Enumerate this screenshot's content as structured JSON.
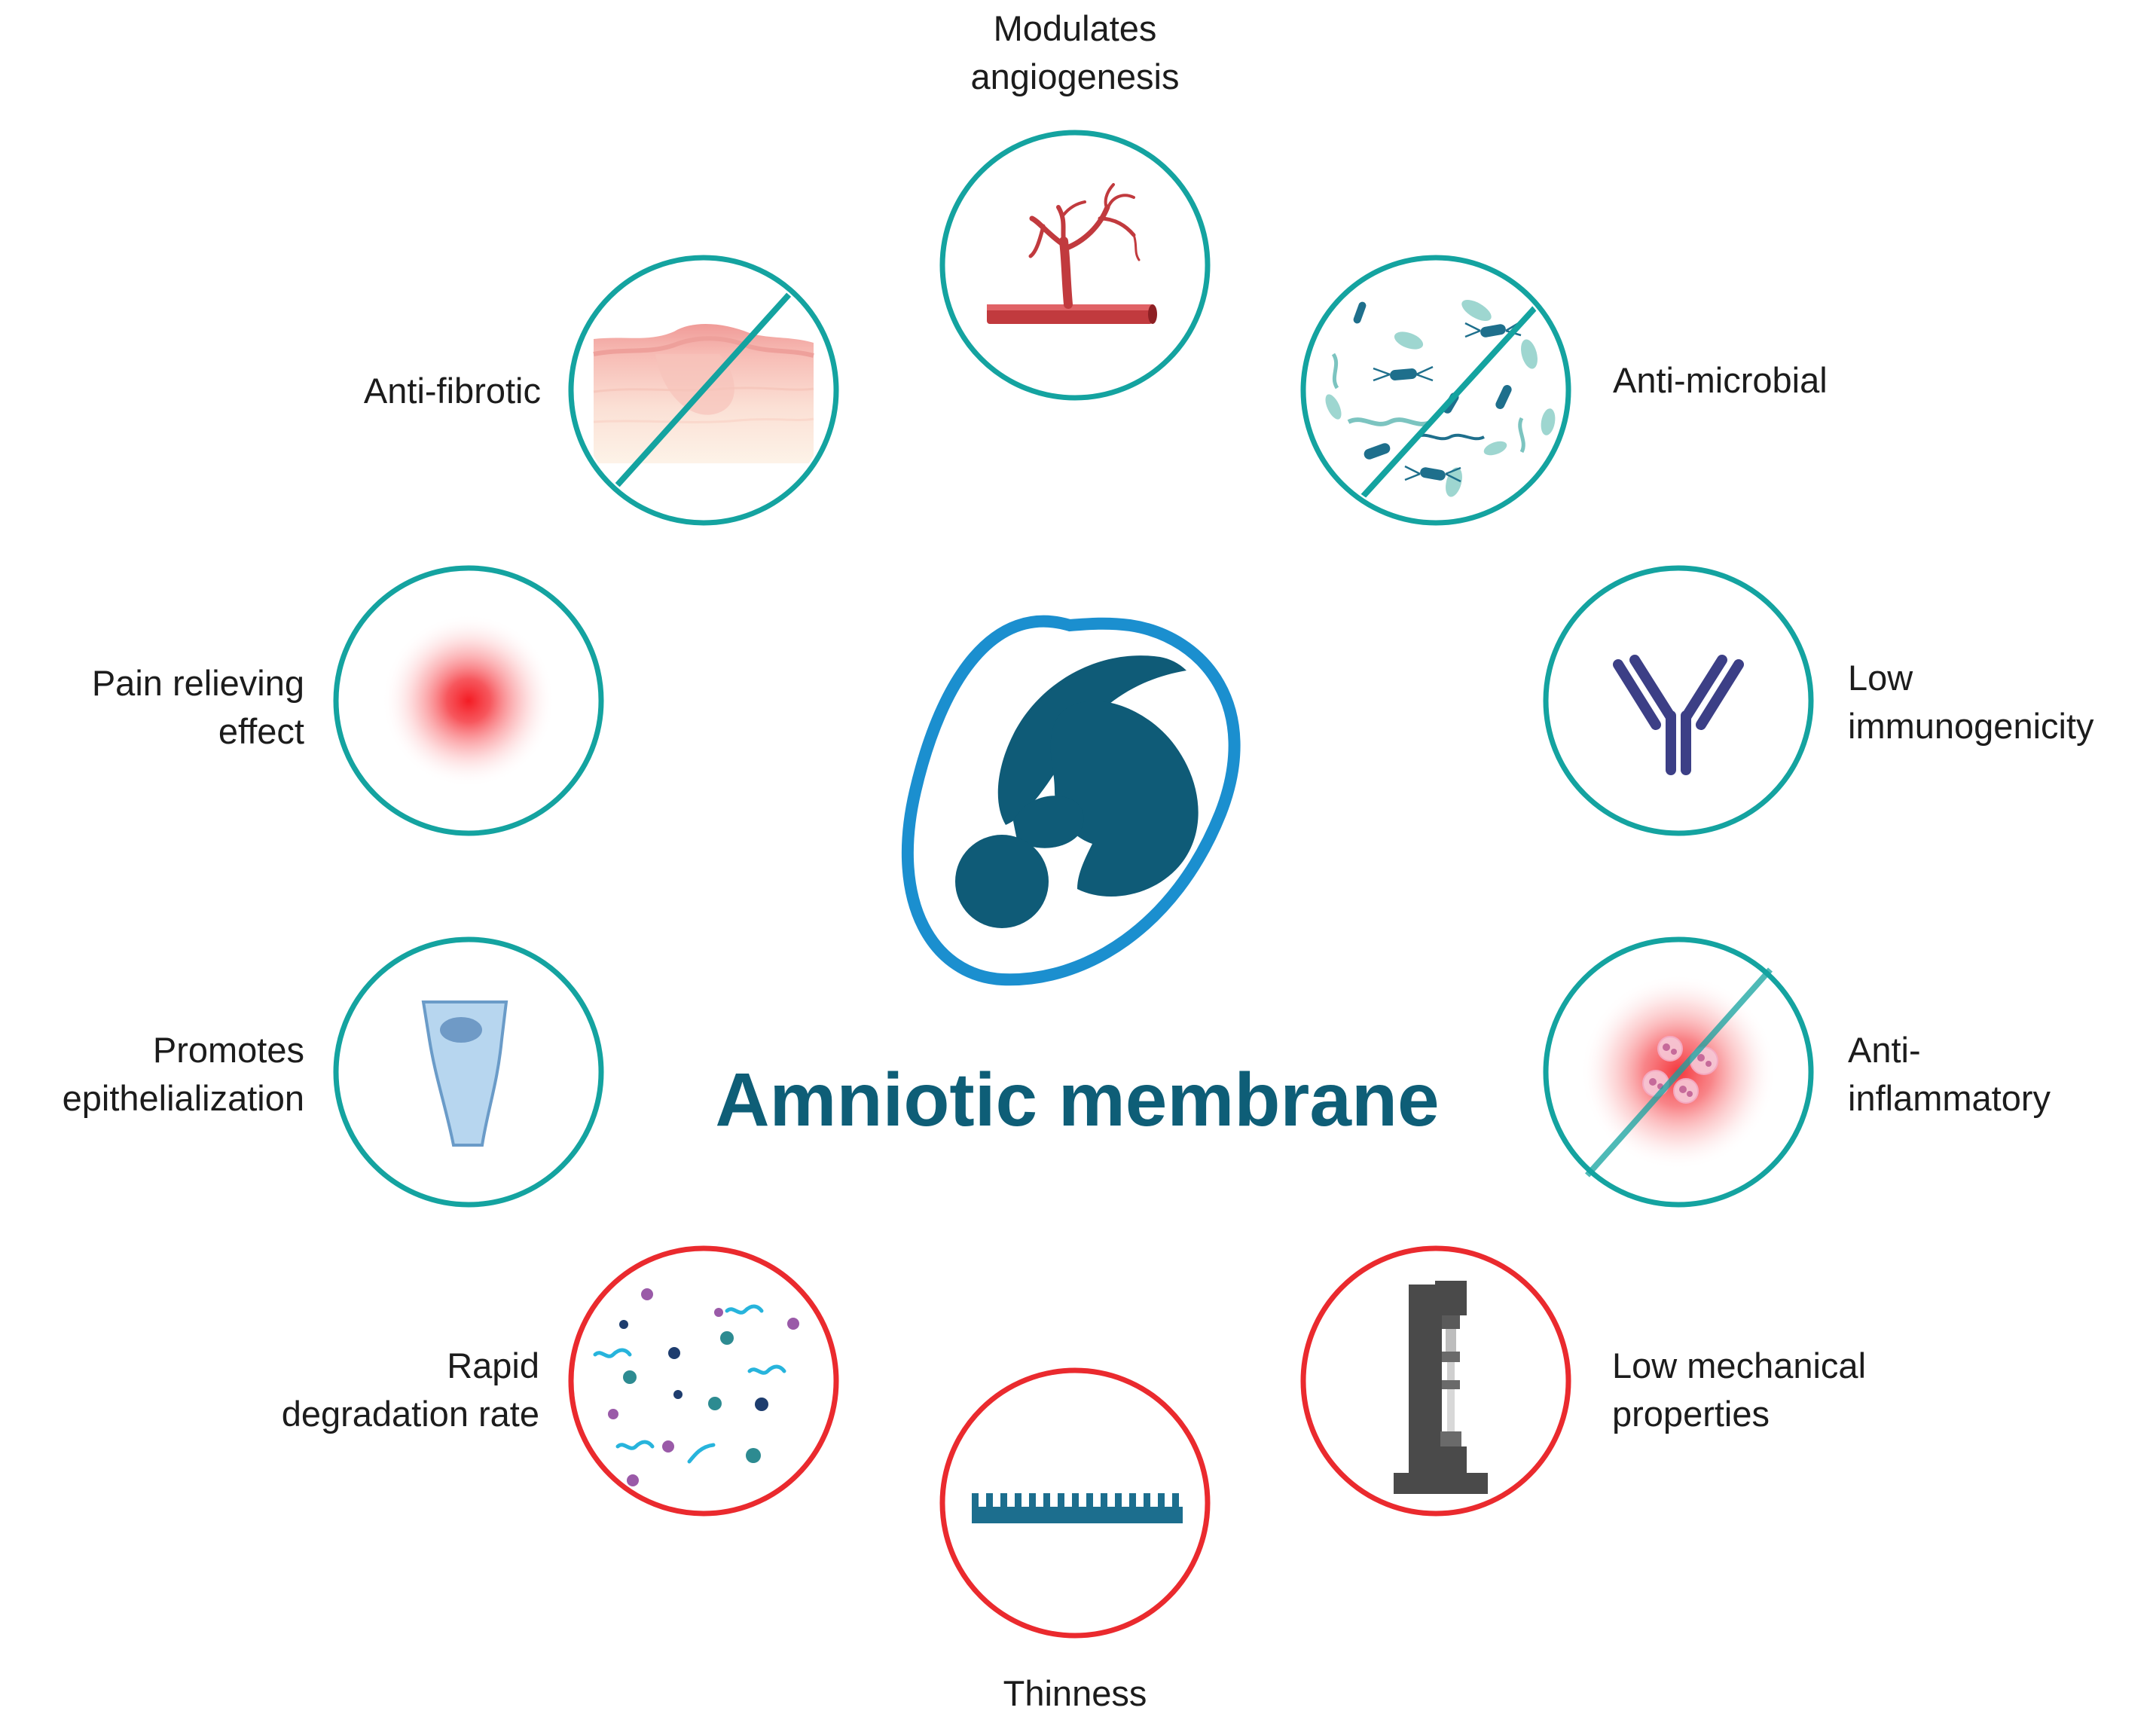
{
  "title": "Amniotic membrane",
  "colors": {
    "positive_ring": "#14a3a0",
    "negative_ring": "#ea2a2e",
    "central_outline": "#1b8fcf",
    "central_fill": "#0f5b77",
    "title": "#0e5e77"
  },
  "properties": {
    "angiogenesis": {
      "line1": "Modulates",
      "line2": "angiogenesis",
      "ring": "positive",
      "icon": "blood-vessel-icon"
    },
    "antimicrobial": {
      "line1": "Anti-microbial",
      "ring": "positive",
      "icon": "bacteria-crossed-icon"
    },
    "immunogenicity": {
      "line1": "Low",
      "line2": "immunogenicity",
      "ring": "positive",
      "icon": "antibody-icon"
    },
    "antiinflammatory": {
      "line1": "Anti-",
      "line2": "inflammatory",
      "ring": "positive",
      "icon": "inflammation-crossed-icon"
    },
    "mechanical": {
      "line1": "Low mechanical",
      "line2": "properties",
      "ring": "negative",
      "icon": "tensile-tester-icon"
    },
    "thinness": {
      "line1": "Thinness",
      "ring": "negative",
      "icon": "thin-layer-icon"
    },
    "degradation": {
      "line1": "Rapid",
      "line2": "degradation rate",
      "ring": "negative",
      "icon": "particles-icon"
    },
    "epithelialization": {
      "line1": "Promotes",
      "line2": "epithelialization",
      "ring": "positive",
      "icon": "epithelial-cell-icon"
    },
    "pain": {
      "line1": "Pain relieving",
      "line2": "effect",
      "ring": "positive",
      "icon": "pain-glow-icon"
    },
    "antifibrotic": {
      "line1": "Anti-fibrotic",
      "ring": "positive",
      "icon": "scar-tissue-crossed-icon"
    }
  }
}
